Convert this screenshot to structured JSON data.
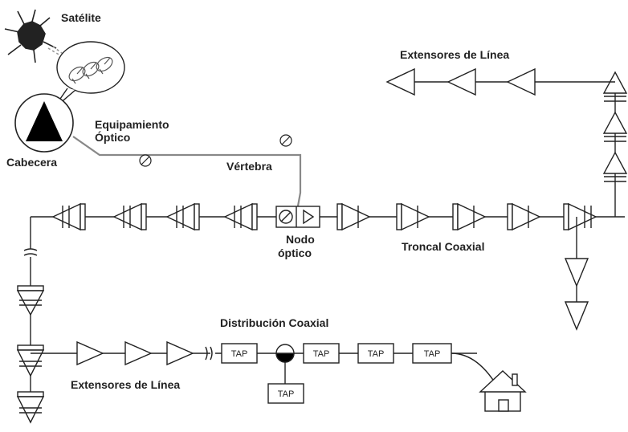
{
  "labels": {
    "satellite": "Satélite",
    "headend": "Cabecera",
    "optical_equipment_line1": "Equipamiento",
    "optical_equipment_line2": "Óptico",
    "backbone": "Vértebra",
    "optical_node_line1": "Nodo",
    "optical_node_line2": "óptico",
    "coax_trunk": "Troncal Coaxial",
    "line_extenders_top": "Extensores de Línea",
    "line_extenders_bottom": "Extensores de Línea",
    "coax_distribution": "Distribución Coaxial"
  },
  "taps": [
    "TAP",
    "TAP",
    "TAP",
    "TAP",
    "TAP"
  ],
  "colors": {
    "line": "#222222",
    "fiber": "#888888",
    "fill_dark": "#000000",
    "background": "#ffffff"
  }
}
